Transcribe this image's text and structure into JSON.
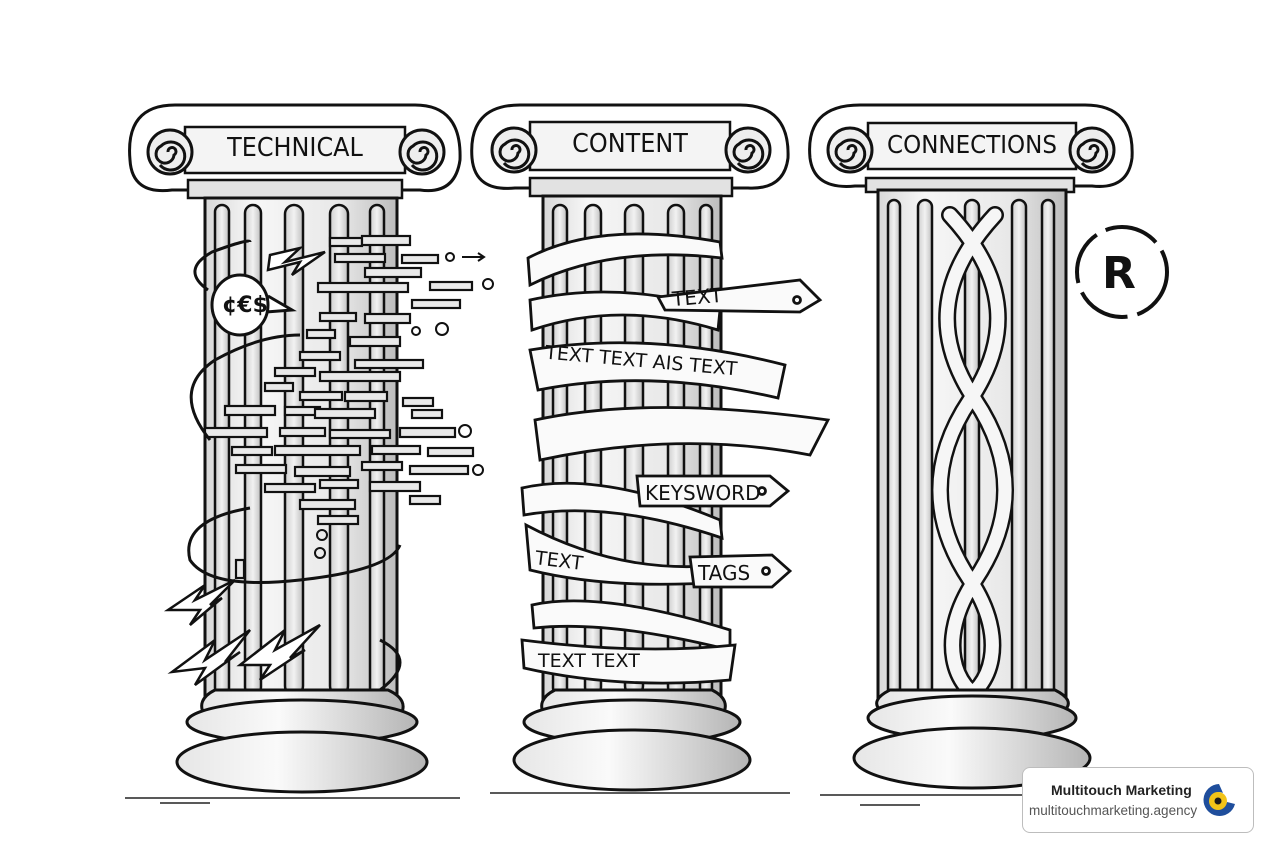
{
  "pillars": [
    {
      "label": "TECHNICAL",
      "motif": "crumbling bricks, lightning bolts, broken-code speech bubble",
      "bubble_glyph": "¢€$"
    },
    {
      "label": "CONTENT",
      "motif": "wrapped ribbons and signposts",
      "ribbons": [
        "TEXT TEXT AIS TEXT",
        "TEXT",
        "TEXT TEXT"
      ],
      "signs": [
        "TEXT",
        "KEYSWORD",
        "TAGS"
      ]
    },
    {
      "label": "CONNECTIONS",
      "motif": "braided intertwined strands",
      "badge": "R"
    }
  ],
  "brand": {
    "name": "Multitouch Marketing",
    "url": "multitouchmarketing.agency",
    "logo_colors": {
      "outer": "#1f4e9c",
      "inner": "#f2c318",
      "dot": "#1a1a1a"
    }
  },
  "colors": {
    "ink": "#111111",
    "shade": "#bdbdbd",
    "paper": "#ffffff"
  }
}
